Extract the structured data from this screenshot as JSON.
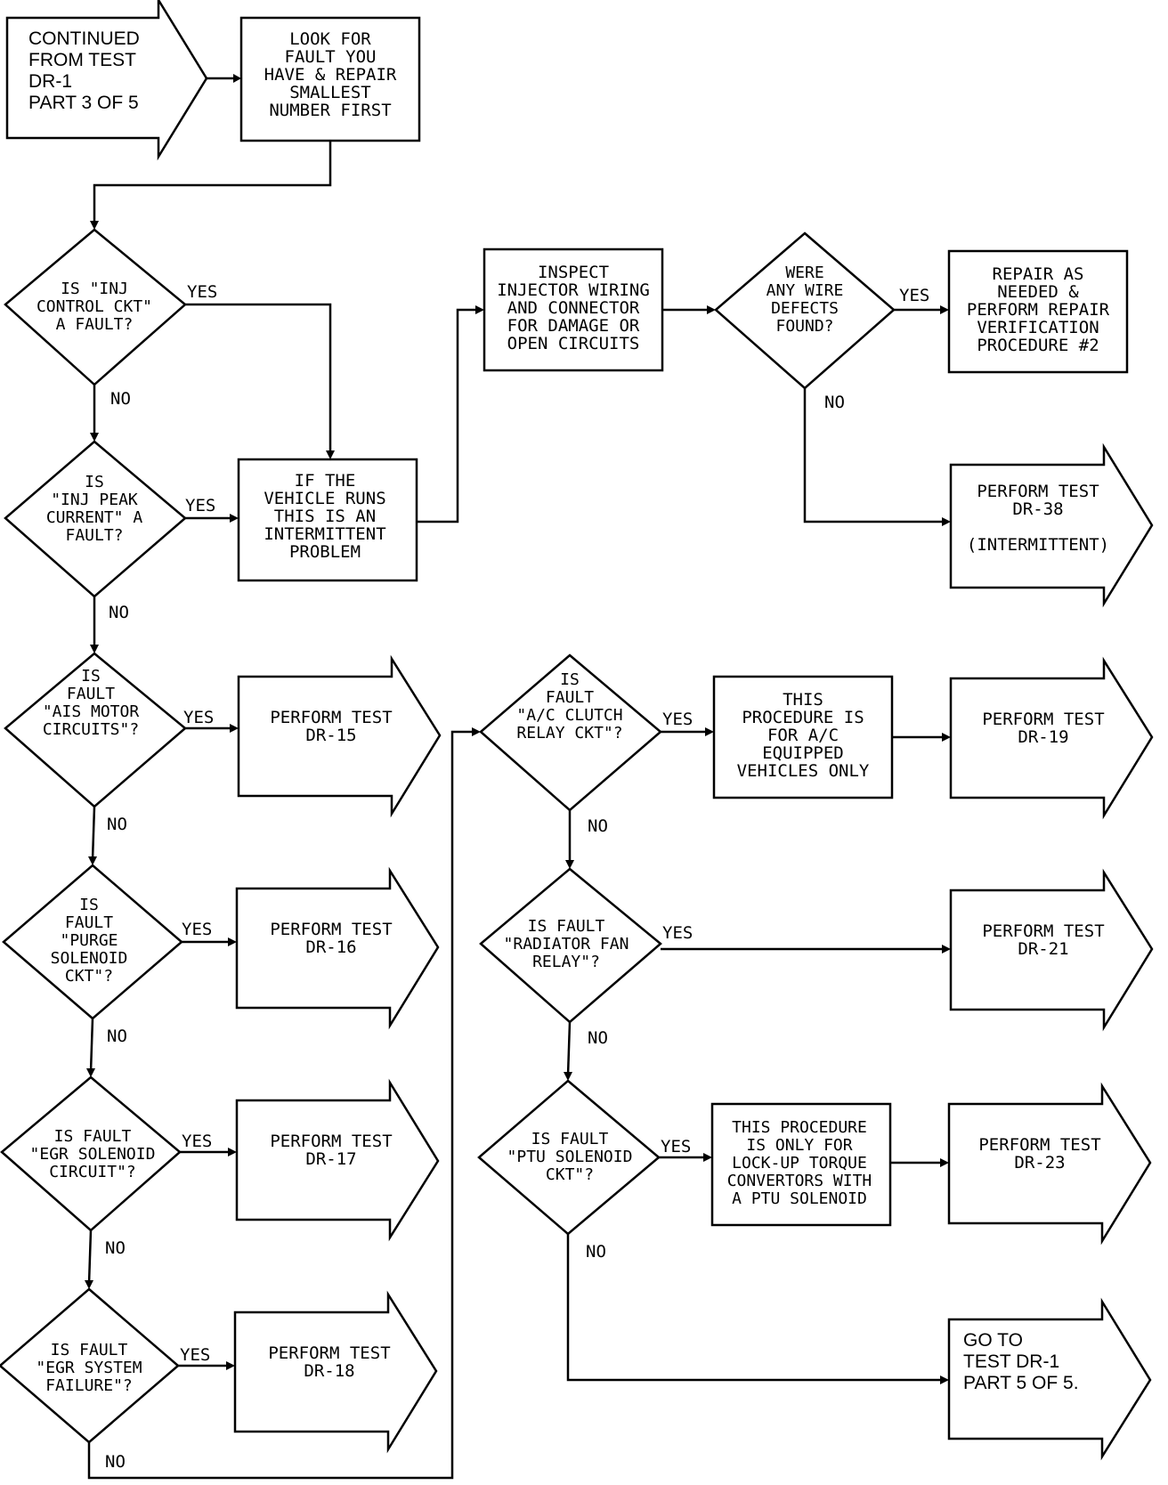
{
  "start": "CONTINUED\nFROM TEST\nDR-1\nPART 3 OF 5",
  "look": "LOOK FOR\nFAULT YOU\nHAVE & REPAIR\nSMALLEST\nNUMBER FIRST",
  "decisions": {
    "inj_control": "IS \"INJ\nCONTROL CKT\"\nA FAULT?",
    "inj_peak": "IS\n\"INJ PEAK\nCURRENT\" A\nFAULT?",
    "ais_motor": "IS\nFAULT\n\"AIS MOTOR\nCIRCUITS\"?",
    "purge": "IS\nFAULT\n\"PURGE\nSOLENOID\nCKT\"?",
    "egr_solenoid": "IS FAULT\n\"EGR SOLENOID\nCIRCUIT\"?",
    "egr_system": "IS FAULT\n\"EGR SYSTEM\nFAILURE\"?",
    "wire_defects": "WERE\nANY WIRE\nDEFECTS\nFOUND?",
    "ac_clutch": "IS\nFAULT\n\"A/C CLUTCH\nRELAY CKT\"?",
    "radiator_fan": "IS FAULT\n\"RADIATOR FAN\nRELAY\"?",
    "ptu": "IS FAULT\n\"PTU SOLENOID\nCKT\"?"
  },
  "boxes": {
    "intermittent": "IF THE\nVEHICLE RUNS\nTHIS IS AN\nINTERMITTENT\nPROBLEM",
    "inspect": "INSPECT\nINJECTOR WIRING\nAND CONNECTOR\nFOR DAMAGE OR\nOPEN CIRCUITS",
    "repair": "REPAIR AS\nNEEDED &\nPERFORM REPAIR\nVERIFICATION\nPROCEDURE #2",
    "ac_note": "THIS\nPROCEDURE IS\nFOR A/C\nEQUIPPED\nVEHICLES ONLY",
    "ptu_note": "THIS PROCEDURE\nIS ONLY FOR\nLOCK-UP TORQUE\nCONVERTORS WITH\nA PTU SOLENOID"
  },
  "outcomes": {
    "dr38": "PERFORM TEST\nDR-38\n\n(INTERMITTENT)",
    "dr15": "PERFORM TEST\nDR-15",
    "dr16": "PERFORM TEST\nDR-16",
    "dr17": "PERFORM TEST\nDR-17",
    "dr18": "PERFORM TEST\nDR-18",
    "dr19": "PERFORM TEST\nDR-19",
    "dr21": "PERFORM TEST\nDR-21",
    "dr23": "PERFORM TEST\nDR-23",
    "goto": "GO TO\nTEST DR-1\nPART 5 OF 5."
  },
  "labels": {
    "yes": "YES",
    "no": "NO"
  }
}
